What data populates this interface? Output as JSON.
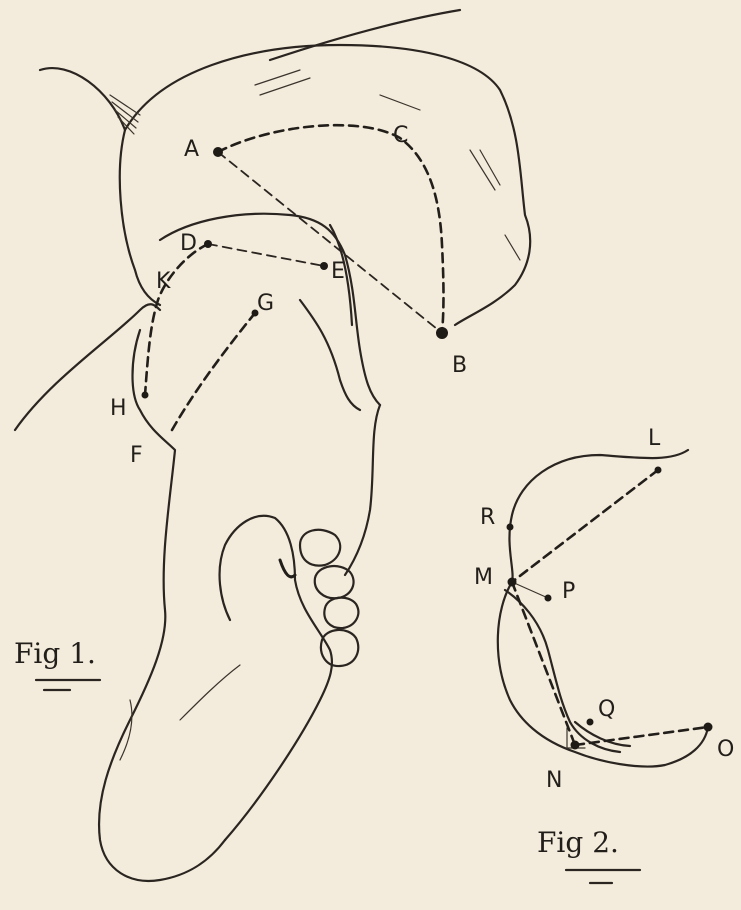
{
  "figure1": {
    "caption": "Fig 1.",
    "points": [
      {
        "id": "A",
        "label": "A"
      },
      {
        "id": "B",
        "label": "B"
      },
      {
        "id": "C",
        "label": "C"
      },
      {
        "id": "D",
        "label": "D"
      },
      {
        "id": "E",
        "label": "E"
      },
      {
        "id": "F",
        "label": "F"
      },
      {
        "id": "G",
        "label": "G"
      },
      {
        "id": "H",
        "label": "H"
      },
      {
        "id": "K",
        "label": "K"
      }
    ]
  },
  "figure2": {
    "caption": "Fig 2.",
    "points": [
      {
        "id": "L",
        "label": "L"
      },
      {
        "id": "M",
        "label": "M"
      },
      {
        "id": "N",
        "label": "N"
      },
      {
        "id": "O",
        "label": "O"
      },
      {
        "id": "P",
        "label": "P"
      },
      {
        "id": "Q",
        "label": "Q"
      },
      {
        "id": "R",
        "label": "R"
      }
    ]
  },
  "colors": {
    "paper": "#f3ecdc",
    "ink": "#221e1a"
  }
}
